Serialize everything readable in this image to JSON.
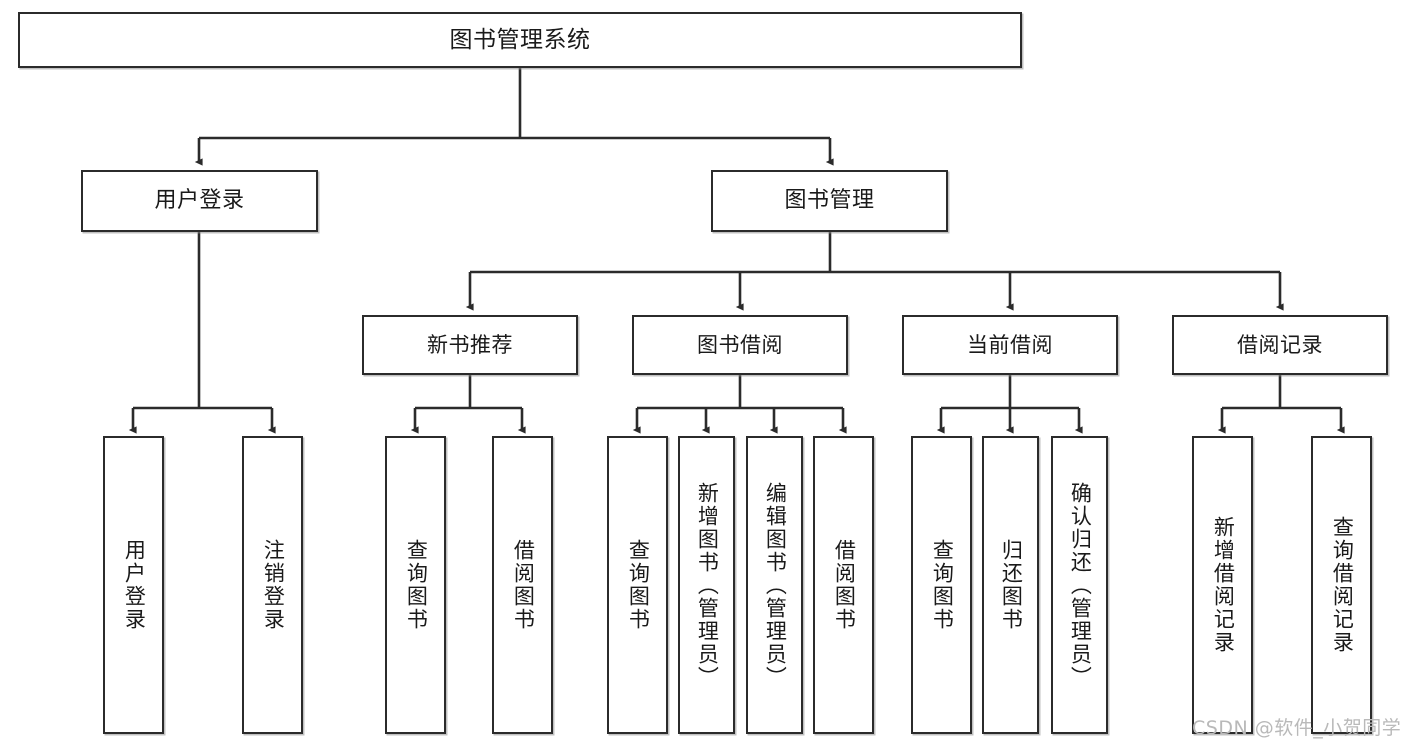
{
  "diagram": {
    "title": "图书管理系统",
    "type": "tree-hierarchy",
    "orientation": "top-down",
    "colors": {
      "box_border": "#2b2b2b",
      "box_fill": "#ffffff",
      "edge": "#2b2b2b",
      "text": "#1a1a1a",
      "watermark": "#b9b9b9",
      "canvas": "#ffffff"
    },
    "root": {
      "id": "root",
      "label": "图书管理系统"
    },
    "level2": [
      {
        "id": "user-login",
        "label": "用户登录"
      },
      {
        "id": "book-management",
        "label": "图书管理"
      }
    ],
    "level3": [
      {
        "id": "new-book-recommend",
        "label": "新书推荐",
        "parent": "book-management"
      },
      {
        "id": "book-borrow",
        "label": "图书借阅",
        "parent": "book-management"
      },
      {
        "id": "current-borrow",
        "label": "当前借阅",
        "parent": "book-management"
      },
      {
        "id": "borrow-record",
        "label": "借阅记录",
        "parent": "book-management"
      }
    ],
    "leaves": {
      "user-login": [
        {
          "id": "leaf-user-login",
          "label": "用户登录"
        },
        {
          "id": "leaf-logout-login",
          "label": "注销登录"
        }
      ],
      "new-book-recommend": [
        {
          "id": "leaf-query-book-1",
          "label": "查询图书"
        },
        {
          "id": "leaf-borrow-book-1",
          "label": "借阅图书"
        }
      ],
      "book-borrow": [
        {
          "id": "leaf-query-book-2",
          "label": "查询图书"
        },
        {
          "id": "leaf-add-book",
          "label": "新增图书（管理员）"
        },
        {
          "id": "leaf-edit-book",
          "label": "编辑图书（管理员）"
        },
        {
          "id": "leaf-borrow-book-2",
          "label": "借阅图书"
        }
      ],
      "current-borrow": [
        {
          "id": "leaf-query-book-3",
          "label": "查询图书"
        },
        {
          "id": "leaf-return-book",
          "label": "归还图书"
        },
        {
          "id": "leaf-confirm-return",
          "label": "确认归还（管理员）"
        }
      ],
      "borrow-record": [
        {
          "id": "leaf-add-record",
          "label": "新增借阅记录"
        },
        {
          "id": "leaf-query-record",
          "label": "查询借阅记录"
        }
      ]
    }
  },
  "watermark": {
    "text": "CSDN @软件_小贺同学"
  }
}
